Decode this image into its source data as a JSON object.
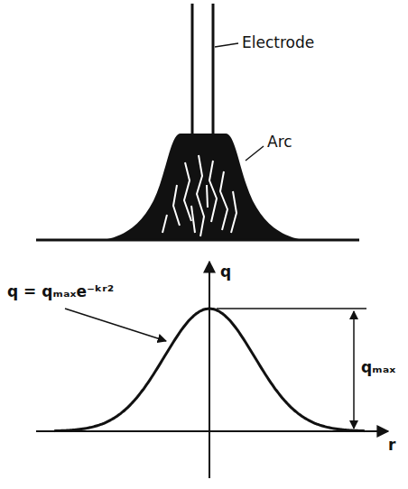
{
  "diagram": {
    "labels": [
      "Electrode",
      "Arc",
      "q",
      "r",
      "q = qₘₐₓe⁻ᵏʳ²",
      "qₘₐₓ"
    ]
  }
}
